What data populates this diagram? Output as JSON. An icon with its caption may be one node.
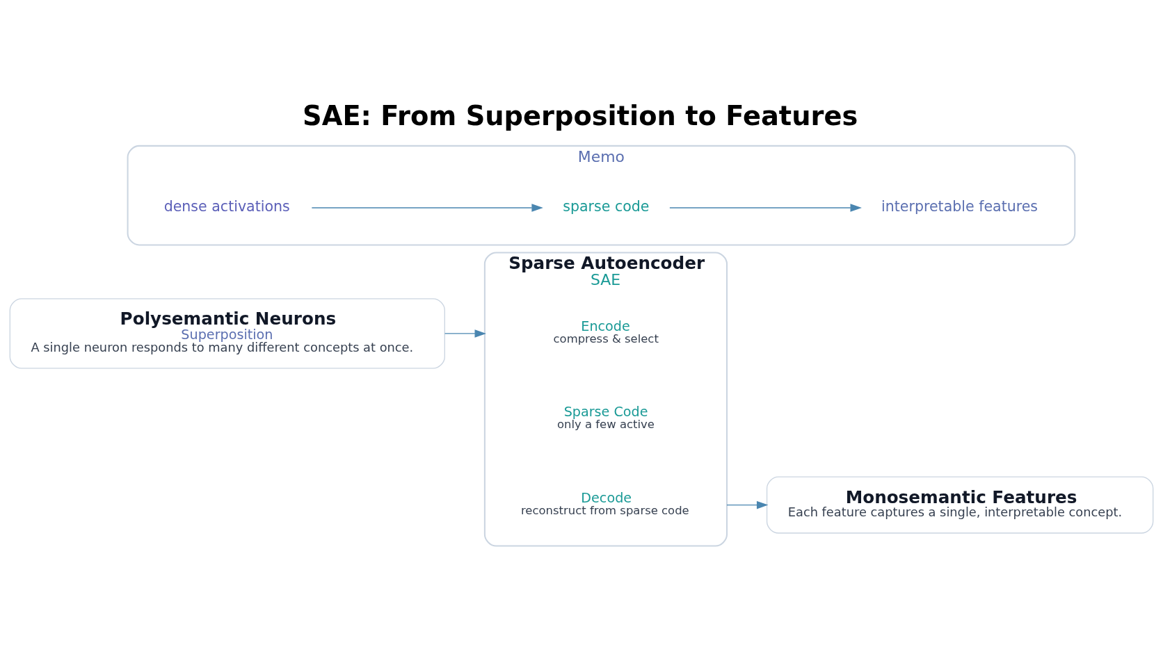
{
  "diagram": {
    "title": "SAE: From Superposition to Features",
    "nodes": [
      {
        "text": [
          "Polysemantic Neurons",
          "Superposition",
          "A single neuron responds to many different concepts at once."
        ]
      },
      {
        "text": [
          "Sparse Autoencoder",
          "SAE"
        ]
      },
      {
        "text": [
          "Encode",
          "compress & select"
        ],
        "in": 1
      },
      {
        "text": [
          "Sparse Code",
          "only a few active"
        ],
        "in": 1
      },
      {
        "text": [
          "Decode",
          "reconstruct from sparse code"
        ],
        "in": 1
      },
      {
        "text": [
          "Monosemantic Features",
          "Each feature captures a single, interpretable concept."
        ]
      },
      {
        "text": [
          "Memo"
        ]
      },
      {
        "text": [
          "dense activations"
        ],
        "in": 6
      },
      {
        "text": [
          "sparse code"
        ],
        "in": 6
      },
      {
        "text": [
          "interpretable features"
        ],
        "in": 6
      }
    ],
    "edges": [
      {
        "from": 0,
        "to": 1,
        "arrow": "to"
      },
      {
        "from": 1,
        "to": 5,
        "arrow": "to"
      },
      {
        "from": 7,
        "to": 8,
        "arrow": "to"
      },
      {
        "from": 8,
        "to": 9,
        "arrow": "to"
      }
    ]
  }
}
